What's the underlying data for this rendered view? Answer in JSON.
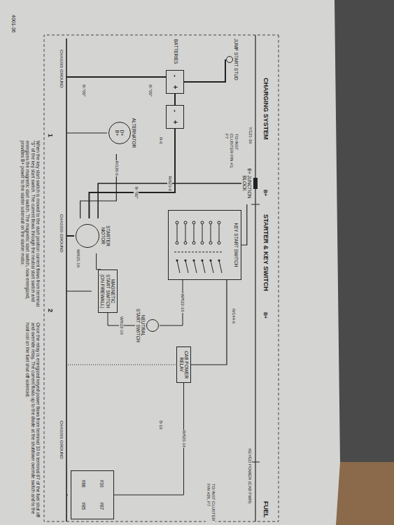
{
  "diagram": {
    "nodes": [
      {
        "text": [
          "B+ JUNCTION BLOCK"
        ]
      },
      {
        "text": [
          "JUMP START STUD"
        ]
      },
      {
        "text": [
          "-",
          "+"
        ]
      },
      {
        "text": [
          "-",
          "+"
        ]
      },
      {
        "text": [
          "ALTERNATOR",
          "D+",
          "B+"
        ]
      },
      {
        "text": [
          "STARTER MOTOR"
        ]
      },
      {
        "text": [
          "KEY START SWITCH"
        ]
      },
      {
        "text": [
          "MAGNETIC START SWITCH (ON FIREWALL)"
        ]
      },
      {
        "text": [
          "NEUTRAL START SWITCH"
        ]
      },
      {
        "text": [
          "CAB POWER RELAY"
        ]
      },
      {
        "text": [
          "#30",
          "#87",
          "#86",
          "#85"
        ]
      }
    ],
    "edges": [
      {
        "from": 1,
        "to": 2,
        "arrow": "none"
      },
      {
        "from": 2,
        "to": 3,
        "arrow": "none"
      },
      {
        "from": 3,
        "to": 5,
        "label": "R-\"00\"",
        "arrow": "none"
      },
      {
        "from": 4,
        "to": 5,
        "label": "R/120-6",
        "arrow": "none"
      },
      {
        "from": 0,
        "to": 5,
        "label": "R/623-6",
        "arrow": "none"
      },
      {
        "from": 0,
        "to": 6,
        "arrow": "none"
      },
      {
        "from": 6,
        "to": 8,
        "label": "W/522-16",
        "arrow": "none"
      },
      {
        "from": 8,
        "to": 7,
        "label": "W/622-16",
        "arrow": "none"
      },
      {
        "from": 7,
        "to": 5,
        "arrow": "none"
      },
      {
        "from": 6,
        "to": 9,
        "arrow": "none"
      },
      {
        "from": 9,
        "to": 10,
        "label": "R/820-14",
        "arrow": "none"
      }
    ],
    "labels": [
      "4001-36",
      "CHARGING SYSTEM",
      "STARTER & KEY SWITCH",
      "FUEL",
      "B+",
      "B+",
      "BATTERIES",
      "B-\"00\"",
      "B-\"00\"",
      "Y/121-16",
      "TO INST CLUSTER PIN #3, P7",
      "R-6",
      "W/621-16",
      "R/144-6",
      "B-16",
      "KEYED POWER (CAB PWR)",
      "TO INST CLUSTER PIN #28, P7",
      "CHASSIS GROUND",
      "CHASSIS GROUND",
      "CHASSIS GROUND",
      "1",
      "2",
      "When the key start switch is moved to the start position current flows from terminal \"S\" of the key start switch. The current flows through the neutral start switch and energizes the magnetic start switch. The magnetic start switch, now energized, provides B+ power to the starter solenoid on the starter motor.",
      "Once the relay is energized keyed power flows from terminal 30 to terminal 87 of the fuel shut off and override relay. The current flows up to the diode at the shutdown override switch and to the hold coil on the fuel shut off solenoid."
    ]
  }
}
